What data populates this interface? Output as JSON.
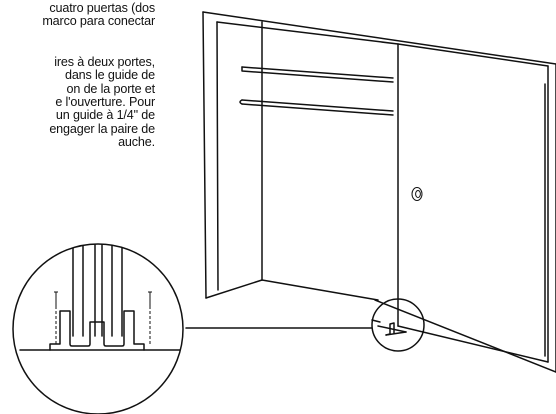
{
  "instructions": {
    "spanish_lines": [
      "cuatro puertas (dos",
      "marco para conectar"
    ],
    "french_lines": [
      "ires à deux portes,",
      "dans le guide de",
      "on de la porte et",
      "e l'ouverture. Pour",
      "un guide à 1/4\" de",
      "engager la paire de",
      "auche."
    ]
  }
}
